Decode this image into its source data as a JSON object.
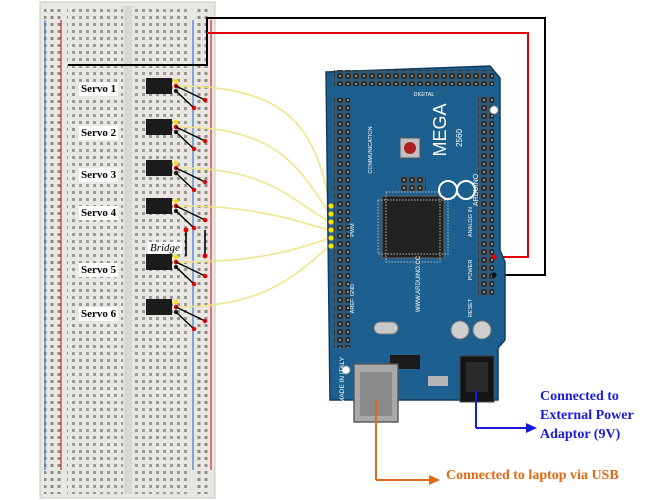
{
  "servos": [
    {
      "label": "Servo 1"
    },
    {
      "label": "Servo 2"
    },
    {
      "label": "Servo 3"
    },
    {
      "label": "Servo 4"
    },
    {
      "label": "Servo 5"
    },
    {
      "label": "Servo 6"
    }
  ],
  "bridge_label": "Bridge",
  "power_note": {
    "line1": "Connected to",
    "line2": "External Power",
    "line3": "Adaptor (9V)"
  },
  "usb_note": "Connected to laptop via USB",
  "board": {
    "name": "MEGA",
    "model": "2560",
    "brand": "ARDUINO",
    "site": "WWW.ARDUINO.CC",
    "made_in": "MADE IN ITALY",
    "communication": "COMMUNICATION",
    "pwm": "PWM",
    "digital": "DIGITAL",
    "analog_in": "ANALOG IN",
    "power": "POWER",
    "aref": "AREF",
    "gnd": "GND",
    "reset": "RESET"
  },
  "colors": {
    "board_blue": "#1d5f8e",
    "breadboard": "#e9e7e2",
    "power_wire": "#e00000",
    "ground_wire": "#000000",
    "signal_wire": "#f2e48a",
    "note_blue": "#1a1adc",
    "note_orange": "#e06a14"
  }
}
